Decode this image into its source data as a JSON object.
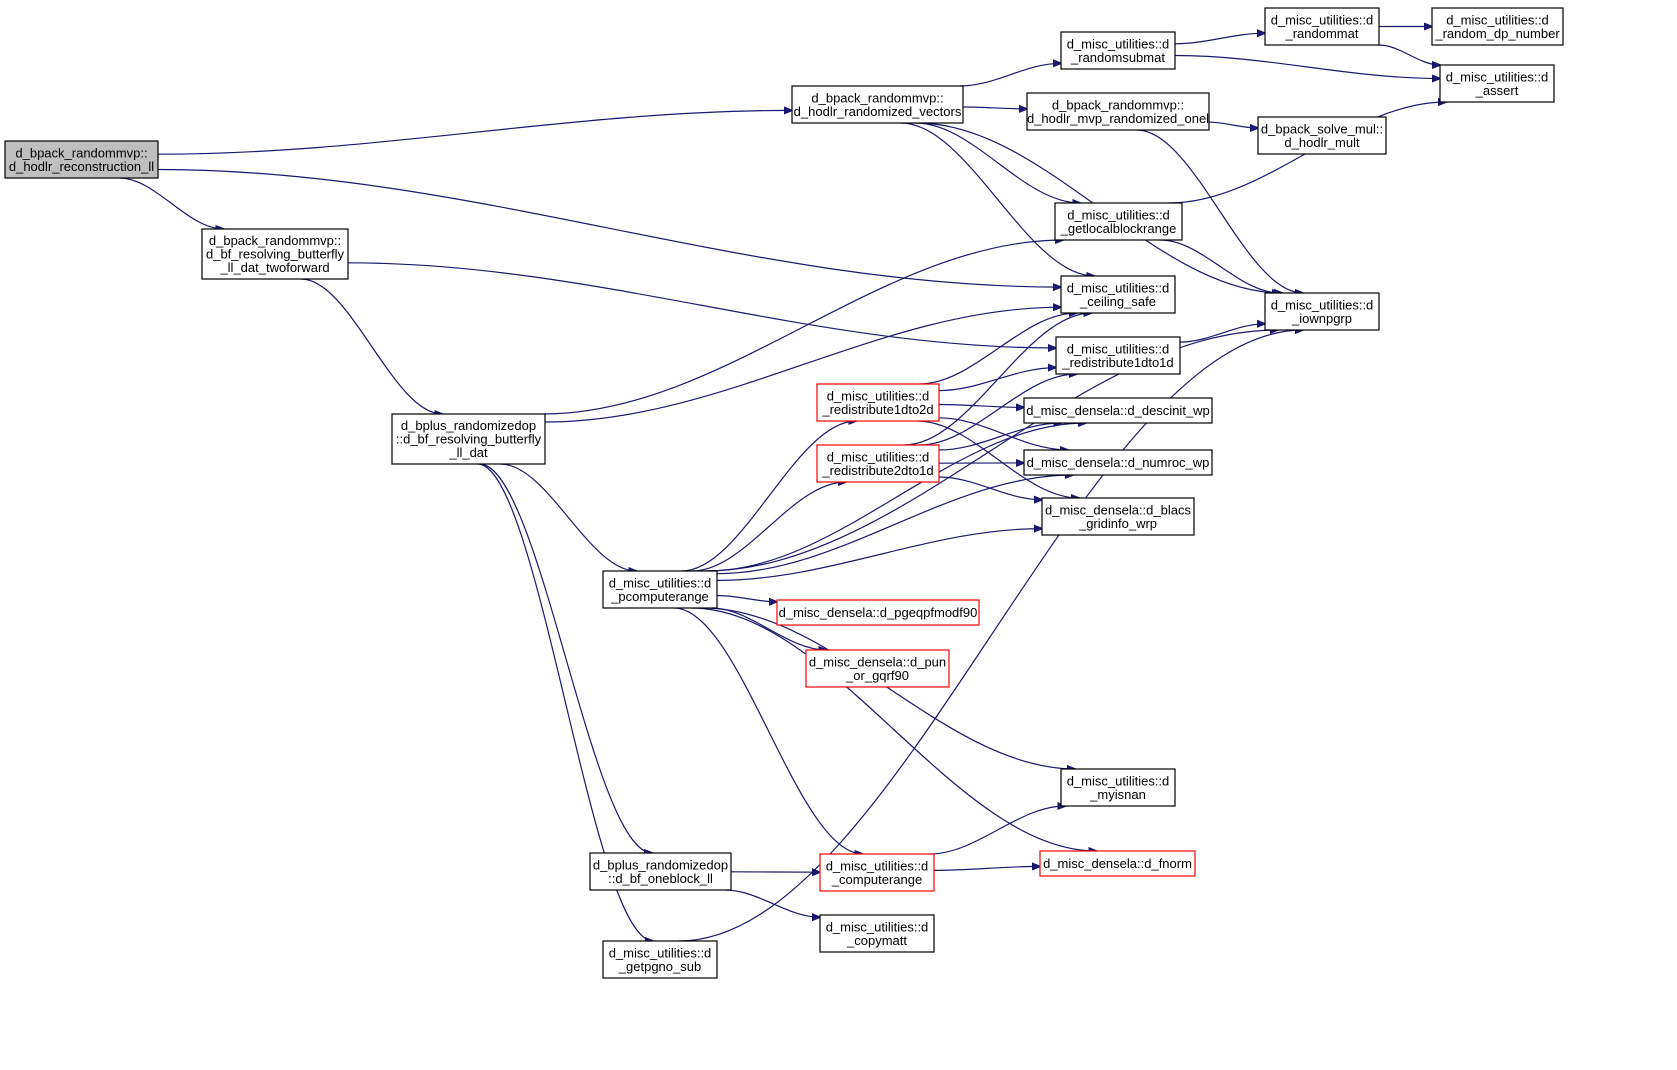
{
  "colors": {
    "edge": "#191970",
    "node_border": "#000000",
    "node_border_truncated": "#ff0000",
    "root_fill": "#bfbfbf",
    "node_fill": "#ffffff"
  },
  "nodes": {
    "root": {
      "lines": [
        "d_bpack_randommvp::",
        "d_hodlr_reconstruction_ll"
      ],
      "style": "root"
    },
    "bf_twoforward": {
      "lines": [
        "d_bpack_randommvp::",
        "d_bf_resolving_butterfly",
        "_ll_dat_twoforward"
      ],
      "style": "normal"
    },
    "hodlr_rv": {
      "lines": [
        "d_bpack_randommvp::",
        "d_hodlr_randomized_vectors"
      ],
      "style": "normal"
    },
    "bplus_resolving": {
      "lines": [
        "d_bplus_randomizedop",
        "::d_bf_resolving_butterfly",
        "_ll_dat"
      ],
      "style": "normal"
    },
    "pcomputerange": {
      "lines": [
        "d_misc_utilities::d",
        "_pcomputerange"
      ],
      "style": "normal"
    },
    "oneblock": {
      "lines": [
        "d_bplus_randomizedop",
        "::d_bf_oneblock_ll"
      ],
      "style": "normal"
    },
    "getpgno": {
      "lines": [
        "d_misc_utilities::d",
        "_getpgno_sub"
      ],
      "style": "normal"
    },
    "redist1dto2d": {
      "lines": [
        "d_misc_utilities::d",
        "_redistribute1dto2d"
      ],
      "style": "truncated"
    },
    "redist2dto1d": {
      "lines": [
        "d_misc_utilities::d",
        "_redistribute2dto1d"
      ],
      "style": "truncated"
    },
    "pgeqpf": {
      "lines": [
        "d_misc_densela::d_pgeqpfmodf90"
      ],
      "style": "truncated"
    },
    "pun": {
      "lines": [
        "d_misc_densela::d_pun",
        "_or_gqrf90"
      ],
      "style": "truncated"
    },
    "computerange": {
      "lines": [
        "d_misc_utilities::d",
        "_computerange"
      ],
      "style": "truncated"
    },
    "copymatt": {
      "lines": [
        "d_misc_utilities::d",
        "_copymatt"
      ],
      "style": "normal"
    },
    "randomsubmat": {
      "lines": [
        "d_misc_utilities::d",
        "_randomsubmat"
      ],
      "style": "normal"
    },
    "mvp_onel": {
      "lines": [
        "d_bpack_randommvp::",
        "d_hodlr_mvp_randomized_onel"
      ],
      "style": "normal"
    },
    "getlocalblockrange": {
      "lines": [
        "d_misc_utilities::d",
        "_getlocalblockrange"
      ],
      "style": "normal"
    },
    "ceiling_safe": {
      "lines": [
        "d_misc_utilities::d",
        "_ceiling_safe"
      ],
      "style": "normal"
    },
    "redist1dto1d": {
      "lines": [
        "d_misc_utilities::d",
        "_redistribute1dto1d"
      ],
      "style": "normal"
    },
    "descinit": {
      "lines": [
        "d_misc_densela::d_descinit_wp"
      ],
      "style": "normal"
    },
    "numroc": {
      "lines": [
        "d_misc_densela::d_numroc_wp"
      ],
      "style": "normal"
    },
    "blacs": {
      "lines": [
        "d_misc_densela::d_blacs",
        "_gridinfo_wrp"
      ],
      "style": "normal"
    },
    "myisnan": {
      "lines": [
        "d_misc_utilities::d",
        "_myisnan"
      ],
      "style": "normal"
    },
    "fnorm": {
      "lines": [
        "d_misc_densela::d_fnorm"
      ],
      "style": "truncated"
    },
    "randommat": {
      "lines": [
        "d_misc_utilities::d",
        "_randommat"
      ],
      "style": "normal"
    },
    "solve_mul": {
      "lines": [
        "d_bpack_solve_mul::",
        "d_hodlr_mult"
      ],
      "style": "normal"
    },
    "iownpgrp": {
      "lines": [
        "d_misc_utilities::d",
        "_iownpgrp"
      ],
      "style": "normal"
    },
    "random_dp": {
      "lines": [
        "d_misc_utilities::d",
        "_random_dp_number"
      ],
      "style": "normal"
    },
    "assert": {
      "lines": [
        "d_misc_utilities::d",
        "_assert"
      ],
      "style": "normal"
    }
  },
  "edges": [
    [
      "root",
      "hodlr_rv"
    ],
    [
      "root",
      "ceiling_safe"
    ],
    [
      "root",
      "bf_twoforward"
    ],
    [
      "bf_twoforward",
      "redist1dto1d"
    ],
    [
      "bf_twoforward",
      "bplus_resolving"
    ],
    [
      "hodlr_rv",
      "randomsubmat"
    ],
    [
      "hodlr_rv",
      "mvp_onel"
    ],
    [
      "hodlr_rv",
      "getlocalblockrange"
    ],
    [
      "hodlr_rv",
      "ceiling_safe"
    ],
    [
      "hodlr_rv",
      "iownpgrp"
    ],
    [
      "randomsubmat",
      "randommat"
    ],
    [
      "randomsubmat",
      "assert"
    ],
    [
      "randommat",
      "random_dp"
    ],
    [
      "randommat",
      "assert"
    ],
    [
      "mvp_onel",
      "solve_mul"
    ],
    [
      "mvp_onel",
      "iownpgrp"
    ],
    [
      "getlocalblockrange",
      "assert"
    ],
    [
      "getlocalblockrange",
      "iownpgrp"
    ],
    [
      "redist1dto1d",
      "iownpgrp"
    ],
    [
      "bplus_resolving",
      "getlocalblockrange"
    ],
    [
      "bplus_resolving",
      "ceiling_safe"
    ],
    [
      "bplus_resolving",
      "pcomputerange"
    ],
    [
      "bplus_resolving",
      "oneblock"
    ],
    [
      "bplus_resolving",
      "getpgno"
    ],
    [
      "pcomputerange",
      "redist1dto2d"
    ],
    [
      "pcomputerange",
      "redist2dto1d"
    ],
    [
      "pcomputerange",
      "descinit"
    ],
    [
      "pcomputerange",
      "numroc"
    ],
    [
      "pcomputerange",
      "blacs"
    ],
    [
      "pcomputerange",
      "pgeqpf"
    ],
    [
      "pcomputerange",
      "pun"
    ],
    [
      "pcomputerange",
      "iownpgrp"
    ],
    [
      "pcomputerange",
      "myisnan"
    ],
    [
      "pcomputerange",
      "fnorm"
    ],
    [
      "pcomputerange",
      "computerange"
    ],
    [
      "redist1dto2d",
      "ceiling_safe"
    ],
    [
      "redist1dto2d",
      "redist1dto1d"
    ],
    [
      "redist1dto2d",
      "descinit"
    ],
    [
      "redist1dto2d",
      "numroc"
    ],
    [
      "redist1dto2d",
      "blacs"
    ],
    [
      "redist2dto1d",
      "ceiling_safe"
    ],
    [
      "redist2dto1d",
      "redist1dto1d"
    ],
    [
      "redist2dto1d",
      "descinit"
    ],
    [
      "redist2dto1d",
      "numroc"
    ],
    [
      "redist2dto1d",
      "blacs"
    ],
    [
      "oneblock",
      "computerange"
    ],
    [
      "oneblock",
      "copymatt"
    ],
    [
      "computerange",
      "myisnan"
    ],
    [
      "computerange",
      "fnorm"
    ],
    [
      "getpgno",
      "iownpgrp"
    ]
  ]
}
